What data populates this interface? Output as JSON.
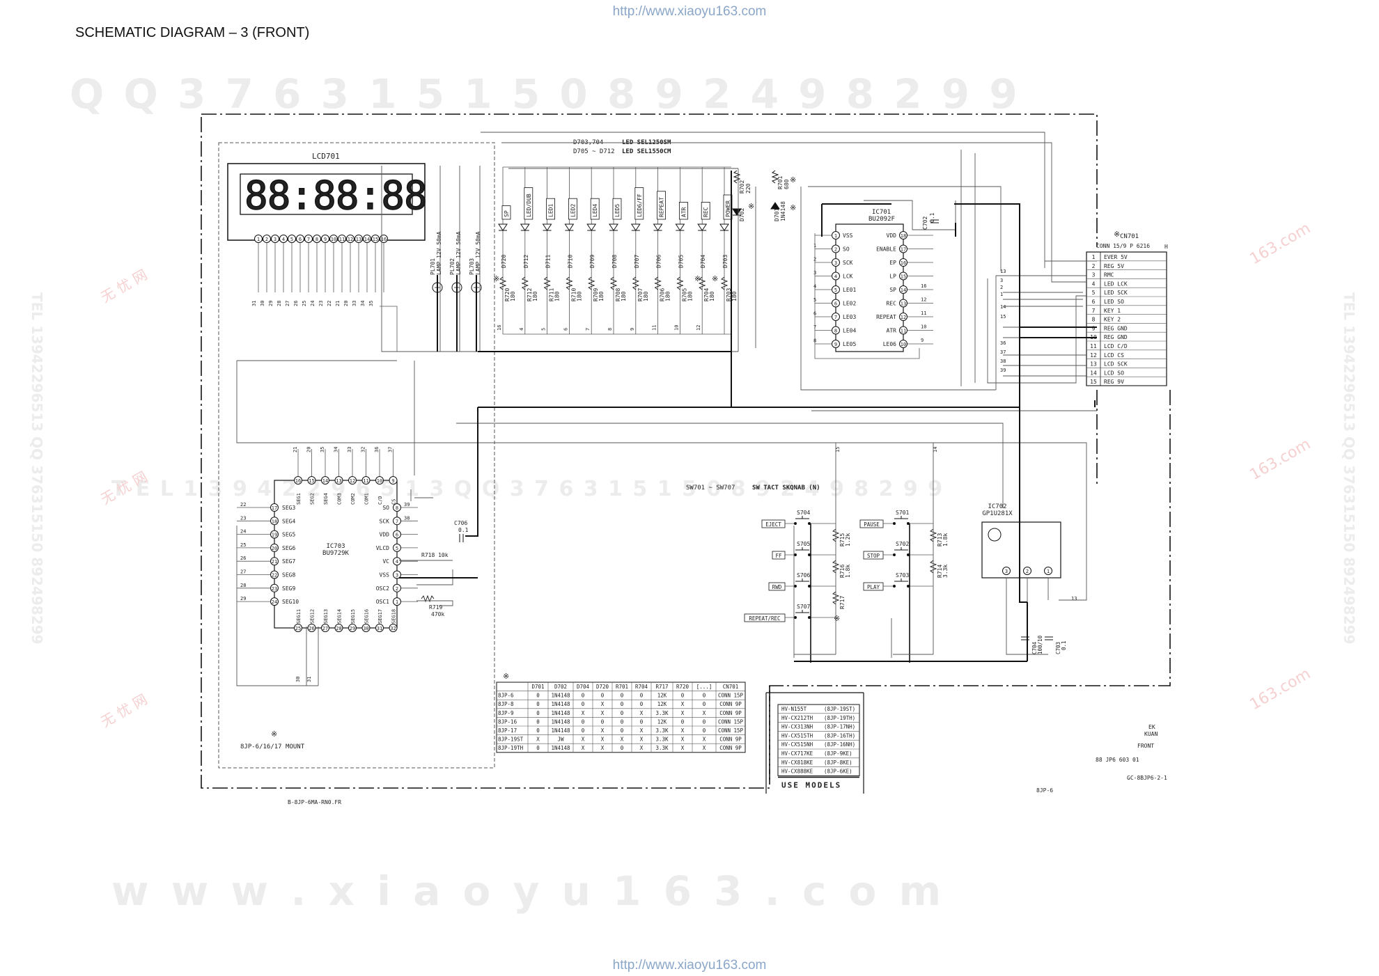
{
  "header": {
    "title": "SCHEMATIC  DIAGRAM – 3 (FRONT)",
    "url": "http://www.xiaoyu163.com"
  },
  "watermark": {
    "qq_line": "Q Q   3 7 6 3 1 5 1 5 0         8 9 2 4 9 8 2 9 9",
    "www_line": "w w w . x i a o y u 1 6 3 . c o m",
    "tel_side": "TEL 13942296513  QQ 376315150  892498299",
    "mid_line": "T E L  1 3 9 4 2 2 9 6 5 1 3      Q Q  3 7 6 3 1 5 1 5 0    8 9 2 4 9 8 2 9 9",
    "cn_mark": "无 忧 网",
    "logo_mark": "163.com"
  },
  "lcd": {
    "ref": "LCD701",
    "display": "88:88:88",
    "pins": [
      "1",
      "2",
      "3",
      "4",
      "5",
      "6",
      "7",
      "8",
      "9",
      "10",
      "11",
      "12",
      "13",
      "14",
      "15",
      "16"
    ],
    "pin_nets": [
      "31",
      "30",
      "29",
      "28",
      "27",
      "26",
      "25",
      "24",
      "23",
      "22",
      "21",
      "20",
      "33",
      "34",
      "35"
    ]
  },
  "lamps": [
    {
      "ref": "PL701",
      "spec": "LAMP 12V 50mA"
    },
    {
      "ref": "PL702",
      "spec": "LAMP 12V 50mA"
    },
    {
      "ref": "PL703",
      "spec": "LAMP 12V 50mA"
    }
  ],
  "led_note": {
    "line1_refs": "D703,704",
    "line1_part": "LED SEL1250SM",
    "line2_refs": "D705 ~ D712",
    "line2_part": "LED SEL1550CM"
  },
  "leds": [
    {
      "label": "SP",
      "d": "D720",
      "r": "R720",
      "v": "180",
      "net": "16"
    },
    {
      "label": "LED/DUB",
      "d": "D712",
      "r": "R712",
      "v": "180",
      "net": "4"
    },
    {
      "label": "LED1",
      "d": "D711",
      "r": "R711",
      "v": "180",
      "net": "5"
    },
    {
      "label": "LED2",
      "d": "D710",
      "r": "R710",
      "v": "180",
      "net": "6"
    },
    {
      "label": "LED4",
      "d": "D709",
      "r": "R709",
      "v": "180",
      "net": "7"
    },
    {
      "label": "LED5",
      "d": "D708",
      "r": "R708",
      "v": "180",
      "net": "8"
    },
    {
      "label": "LED6/FF",
      "d": "D707",
      "r": "R707",
      "v": "180",
      "net": "9"
    },
    {
      "label": "REPEAT",
      "d": "D706",
      "r": "R706",
      "v": "180",
      "net": "11"
    },
    {
      "label": "ATR",
      "d": "D705",
      "r": "R705",
      "v": "180",
      "net": "10"
    },
    {
      "label": "REC",
      "d": "D704",
      "r": "R704",
      "v": "180",
      "net": "12"
    },
    {
      "label": "POWER",
      "d": "D703",
      "r": "R703",
      "v": "180",
      "net": ""
    }
  ],
  "misc_parts": {
    "r702": "R702",
    "r702v": "220",
    "r701": "R701",
    "r701v": "680",
    "d702": "D702",
    "d701": "D701",
    "d701v": "1N4148",
    "c702": "C702",
    "c702v": "0.1"
  },
  "ic701": {
    "ref": "IC701",
    "part": "BU2092F",
    "left_pins": [
      {
        "n": "1",
        "name": "VSS"
      },
      {
        "n": "2",
        "name": "SO"
      },
      {
        "n": "3",
        "name": "SCK"
      },
      {
        "n": "4",
        "name": "LCK"
      },
      {
        "n": "5",
        "name": "LE01"
      },
      {
        "n": "6",
        "name": "LE02"
      },
      {
        "n": "7",
        "name": "LE03"
      },
      {
        "n": "8",
        "name": "LE04"
      },
      {
        "n": "9",
        "name": "LE05"
      }
    ],
    "right_pins": [
      {
        "n": "18",
        "name": "VDD"
      },
      {
        "n": "17",
        "name": "ENABLE"
      },
      {
        "n": "16",
        "name": "EP"
      },
      {
        "n": "15",
        "name": "LP"
      },
      {
        "n": "14",
        "name": "SP"
      },
      {
        "n": "13",
        "name": "REC"
      },
      {
        "n": "12",
        "name": "REPEAT"
      },
      {
        "n": "11",
        "name": "ATR"
      },
      {
        "n": "10",
        "name": "LE06"
      }
    ],
    "left_nets": [
      "1",
      "2",
      "3",
      "4",
      "5",
      "6",
      "7",
      "8"
    ],
    "right_nets": [
      "16",
      "12",
      "11",
      "10",
      "9"
    ]
  },
  "cn701": {
    "ref": "CN701",
    "type": "CONN 15/9 P 6216",
    "mark": "H",
    "pins": [
      {
        "n": "1",
        "name": "EVER 5V"
      },
      {
        "n": "2",
        "name": "REG 5V"
      },
      {
        "n": "3",
        "name": "RMC"
      },
      {
        "n": "4",
        "name": "LED LCK"
      },
      {
        "n": "5",
        "name": "LED SCK"
      },
      {
        "n": "6",
        "name": "LED SO"
      },
      {
        "n": "7",
        "name": "KEY 1"
      },
      {
        "n": "8",
        "name": "KEY 2"
      },
      {
        "n": "9",
        "name": "REG GND"
      },
      {
        "n": "10",
        "name": "REG GND"
      },
      {
        "n": "11",
        "name": "LCD C/D"
      },
      {
        "n": "12",
        "name": "LCD CS"
      },
      {
        "n": "13",
        "name": "LCD SCK"
      },
      {
        "n": "14",
        "name": "LCD SO"
      },
      {
        "n": "15",
        "name": "REG 9V"
      }
    ],
    "nets": [
      "13",
      "3",
      "2",
      "1",
      "14",
      "15",
      "36",
      "37",
      "38",
      "39"
    ]
  },
  "ic703": {
    "ref": "IC703",
    "part": "BU9729K",
    "top_pins": [
      {
        "n": "16",
        "name": "SEG1"
      },
      {
        "n": "15",
        "name": "SEG2"
      },
      {
        "n": "14",
        "name": "SEG4"
      },
      {
        "n": "13",
        "name": "COM3"
      },
      {
        "n": "12",
        "name": "COM2"
      },
      {
        "n": "11",
        "name": "COM1"
      },
      {
        "n": "10",
        "name": "C/D"
      },
      {
        "n": "9",
        "name": "CS"
      }
    ],
    "top_nets": [
      "21",
      "20",
      "35",
      "34",
      "33",
      "32",
      "36",
      "37"
    ],
    "left_pins": [
      {
        "n": "17",
        "name": "SEG3",
        "net": "22"
      },
      {
        "n": "18",
        "name": "SEG4",
        "net": "23"
      },
      {
        "n": "19",
        "name": "SEG5",
        "net": "24"
      },
      {
        "n": "20",
        "name": "SEG6",
        "net": "25"
      },
      {
        "n": "21",
        "name": "SEG7",
        "net": "26"
      },
      {
        "n": "22",
        "name": "SEG8",
        "net": "27"
      },
      {
        "n": "23",
        "name": "SEG9",
        "net": "28"
      },
      {
        "n": "24",
        "name": "SEG10",
        "net": "29"
      }
    ],
    "right_pins": [
      {
        "n": "8",
        "name": "SO",
        "net": "39"
      },
      {
        "n": "7",
        "name": "SCK",
        "net": "38"
      },
      {
        "n": "6",
        "name": "VDD",
        "net": ""
      },
      {
        "n": "5",
        "name": "VLCD",
        "net": ""
      },
      {
        "n": "4",
        "name": "VC",
        "net": ""
      },
      {
        "n": "3",
        "name": "VSS",
        "net": ""
      },
      {
        "n": "2",
        "name": "OSC2",
        "net": ""
      },
      {
        "n": "1",
        "name": "OSC1",
        "net": ""
      }
    ],
    "bottom_pins": [
      {
        "n": "25",
        "name": "SEG11"
      },
      {
        "n": "26",
        "name": "SEG12"
      },
      {
        "n": "27",
        "name": "SEG13"
      },
      {
        "n": "28",
        "name": "SEG14"
      },
      {
        "n": "29",
        "name": "SEG15"
      },
      {
        "n": "30",
        "name": "SEG16"
      },
      {
        "n": "31",
        "name": "SEG17"
      },
      {
        "n": "32",
        "name": "SEG18"
      }
    ],
    "bottom_nets": [
      "30",
      "31"
    ],
    "c706": "C706",
    "c706v": "0.1",
    "r718": "R718 10k",
    "r719": "R719",
    "r719v": "470k"
  },
  "switches": {
    "note_refs": "SW701 ~ SW707",
    "note_part": "SW TACT  SKQNAB (N)",
    "left": [
      {
        "ref": "S704",
        "label": "EJECT",
        "r": "R715",
        "rv": "1.2k"
      },
      {
        "ref": "S705",
        "label": "FF",
        "r": "R716",
        "rv": "1.8k"
      },
      {
        "ref": "S706",
        "label": "RWD",
        "r": "R717",
        "rv": ""
      },
      {
        "ref": "S707",
        "label": "REPEAT/REC",
        "r": "",
        "rv": ""
      }
    ],
    "right": [
      {
        "ref": "S701",
        "label": "PAUSE",
        "r": "R713",
        "rv": "1.8k"
      },
      {
        "ref": "S702",
        "label": "STOP",
        "r": "R714",
        "rv": "3.3k"
      },
      {
        "ref": "S703",
        "label": "PLAY",
        "r": "",
        "rv": ""
      }
    ],
    "nets": [
      "15",
      "14"
    ]
  },
  "ic702": {
    "ref": "IC702",
    "part": "GP1U281X",
    "pins": [
      "3",
      "2",
      "1"
    ],
    "net": "13",
    "c704": "C704",
    "c704v": "100/10",
    "c703": "C703",
    "c703v": "0.1"
  },
  "variant_table": {
    "headers": [
      "",
      "D701",
      "D702",
      "D704",
      "D720",
      "R701",
      "R704",
      "R717",
      "R720",
      "[...]",
      "CN701"
    ],
    "rows": [
      [
        "8JP-6",
        "0",
        "1N4148",
        "0",
        "0",
        "0",
        "0",
        "12K",
        "0",
        "0",
        "CONN 15P"
      ],
      [
        "8JP-8",
        "0",
        "1N4148",
        "0",
        "X",
        "0",
        "0",
        "12K",
        "X",
        "0",
        "CONN 9P"
      ],
      [
        "8JP-9",
        "0",
        "1N4148",
        "X",
        "X",
        "0",
        "X",
        "3.3K",
        "X",
        "X",
        "CONN 9P"
      ],
      [
        "8JP-16",
        "0",
        "1N4148",
        "0",
        "0",
        "0",
        "0",
        "12K",
        "0",
        "0",
        "CONN 15P"
      ],
      [
        "8JP-17",
        "0",
        "1N4148",
        "0",
        "X",
        "0",
        "X",
        "3.3K",
        "X",
        "0",
        "CONN 15P"
      ],
      [
        "8JP-19ST",
        "X",
        "JW",
        "X",
        "X",
        "X",
        "X",
        "3.3K",
        "X",
        "X",
        "CONN 9P"
      ],
      [
        "8JP-19TH",
        "0",
        "1N4148",
        "X",
        "X",
        "0",
        "X",
        "3.3K",
        "X",
        "X",
        "CONN 9P"
      ]
    ]
  },
  "models": {
    "rows": [
      [
        "HV-N155T",
        "(8JP-19ST)"
      ],
      [
        "HV-CX212TH",
        "(8JP-19TH)"
      ],
      [
        "HV-CX313NH",
        "(8JP-17NH)"
      ],
      [
        "HV-CX515TH",
        "(8JP-16TH)"
      ],
      [
        "HV-CX515NH",
        "(8JP-16NH)"
      ],
      [
        "HV-CX717KE",
        "(8JP-9KE)"
      ],
      [
        "HV-CX818KE",
        "(8JP-8KE)"
      ],
      [
        "HV-CX888KE",
        "(8JP-6KE)"
      ]
    ],
    "title": "USE MODELS"
  },
  "footer": {
    "mount": "8JP-6/16/17 MOUNT",
    "file": "B-8JP-6MA-RN0.FR",
    "ek": "EK",
    "kuan": "KUAN",
    "front": "FRONT",
    "code1": "88    JP6    603    01",
    "code2": "GC-8BJP6-2-1",
    "board": "8JP-6"
  },
  "star": "※"
}
